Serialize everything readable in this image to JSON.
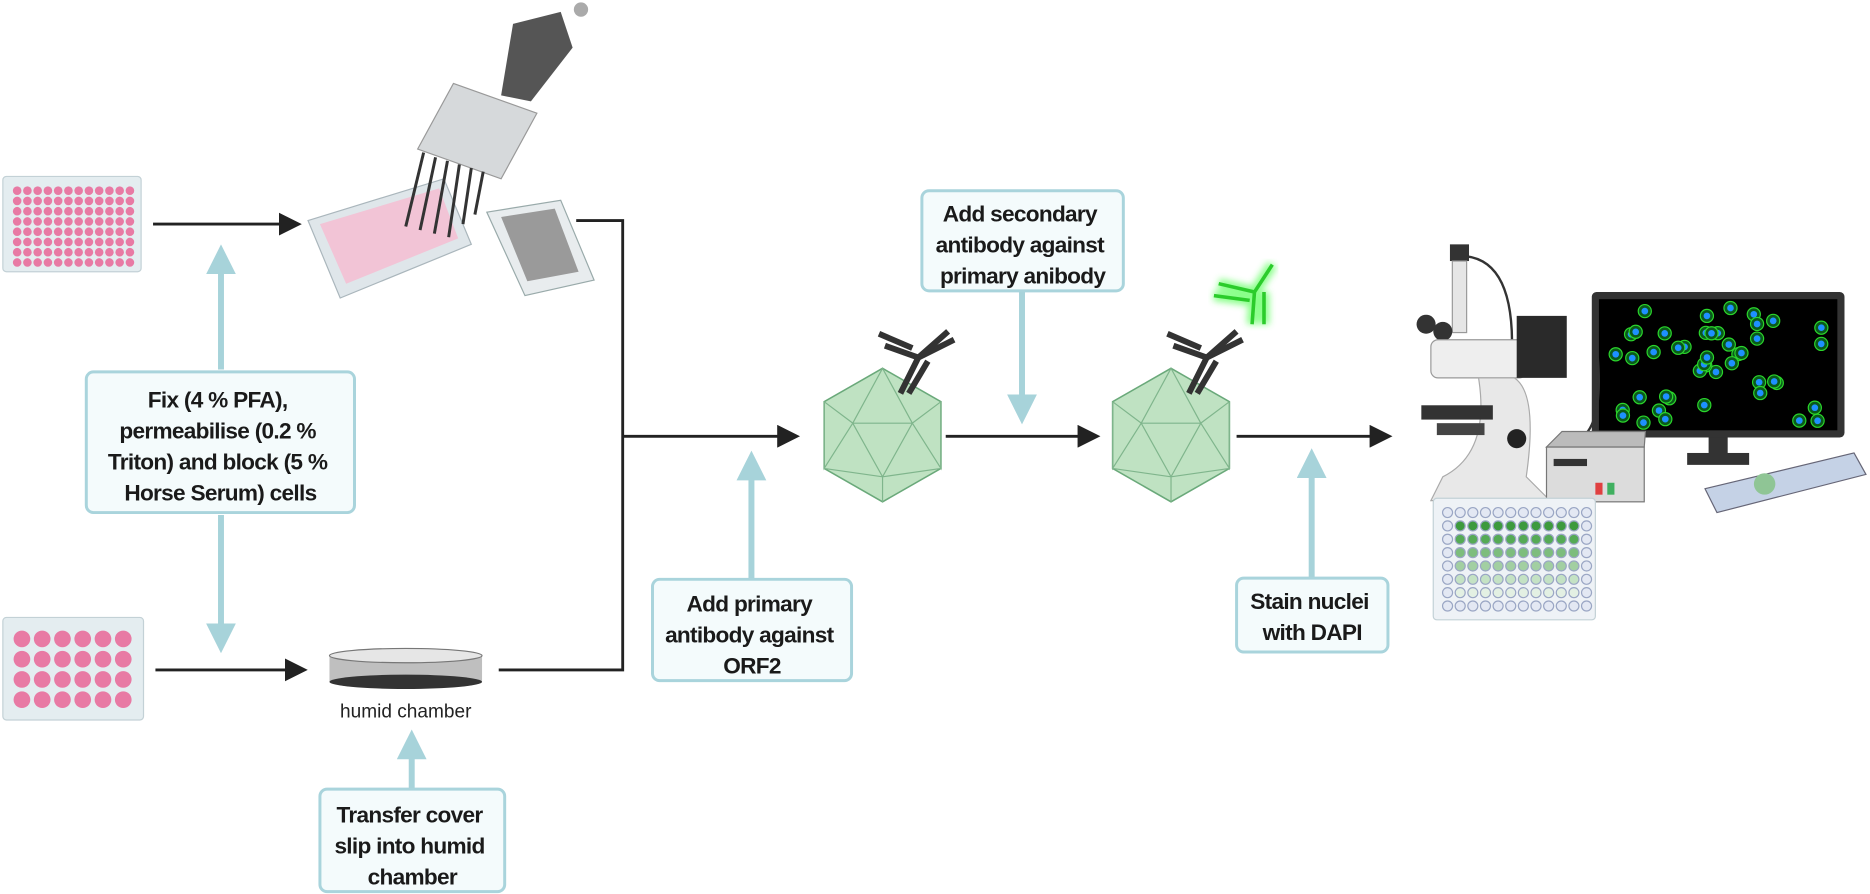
{
  "steps": {
    "fix": {
      "lines": [
        "Fix (4 % PFA),",
        "permeabilise (0.2 %",
        "Triton) and block (5 %",
        "Horse Serum) cells"
      ]
    },
    "transfer": {
      "lines": [
        "Transfer cover",
        "slip into humid",
        "chamber"
      ]
    },
    "primary": {
      "lines": [
        "Add primary",
        "antibody against",
        "ORF2"
      ]
    },
    "secondary": {
      "lines": [
        "Add secondary",
        "antibody against",
        "primary anibody"
      ]
    },
    "stain": {
      "lines": [
        "Stain nuclei",
        "with DAPI"
      ]
    }
  },
  "labels": {
    "humid_chamber": "humid chamber"
  },
  "colors": {
    "box_border": "#a9d4dc",
    "box_fill": "#f4fbfc",
    "helper_arrow": "#a7d3da",
    "flow_arrow": "#222222",
    "well_pink": "#e87aa4",
    "virus_green": "#a9d8ae",
    "fluorescent_green": "#3cff3c"
  },
  "icons": [
    "96-well-plate-icon",
    "24-well-plate-icon",
    "multichannel-pipette-icon",
    "reagent-reservoir-icon",
    "petri-dish-icon",
    "virus-capsid-icon",
    "antibody-icon",
    "fluorescent-antibody-icon",
    "microscope-icon",
    "monitor-icon",
    "controller-box-icon",
    "slide-icon"
  ]
}
